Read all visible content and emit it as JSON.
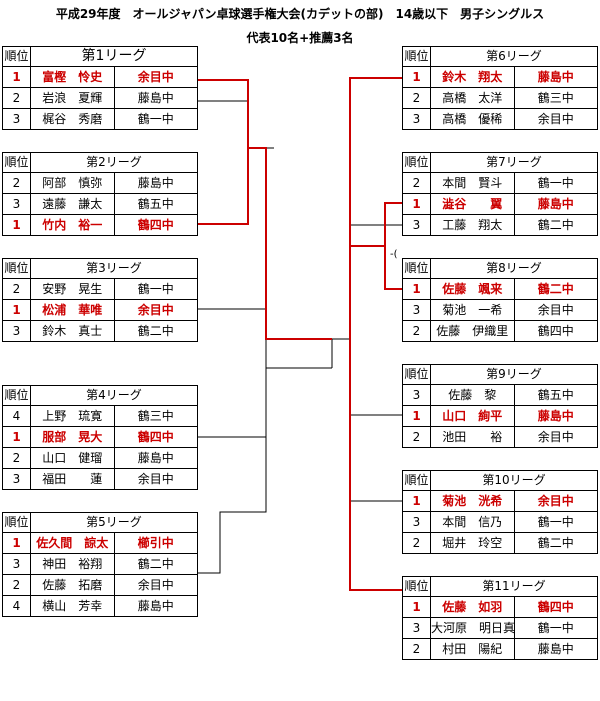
{
  "title": "平成29年度　オールジャパン卓球選手権大会(カデットの部)　14歳以下　男子シングルス",
  "subtitle": "代表10名+推薦3名",
  "rank_header": "順位",
  "mark": "-(",
  "colors": {
    "winner": "#cc0000",
    "line": "#000000",
    "bracket_red": "#cc0000"
  },
  "leagues": [
    {
      "name": "第1リーグ",
      "rows": [
        {
          "rank": "1",
          "player": "富樫　怜史",
          "school": "余目中",
          "win": true
        },
        {
          "rank": "2",
          "player": "岩浪　夏輝",
          "school": "藤島中",
          "win": false
        },
        {
          "rank": "3",
          "player": "梶谷　秀磨",
          "school": "鶴一中",
          "win": false
        }
      ]
    },
    {
      "name": "第2リーグ",
      "rows": [
        {
          "rank": "2",
          "player": "阿部　慎弥",
          "school": "藤島中",
          "win": false
        },
        {
          "rank": "3",
          "player": "遠藤　謙太",
          "school": "鶴五中",
          "win": false
        },
        {
          "rank": "1",
          "player": "竹内　裕一",
          "school": "鶴四中",
          "win": true
        }
      ]
    },
    {
      "name": "第3リーグ",
      "rows": [
        {
          "rank": "2",
          "player": "安野　晃生",
          "school": "鶴一中",
          "win": false
        },
        {
          "rank": "1",
          "player": "松浦　華唯",
          "school": "余目中",
          "win": true
        },
        {
          "rank": "3",
          "player": "鈴木　真士",
          "school": "鶴二中",
          "win": false
        }
      ]
    },
    {
      "name": "第4リーグ",
      "rows": [
        {
          "rank": "4",
          "player": "上野　琉寛",
          "school": "鶴三中",
          "win": false
        },
        {
          "rank": "1",
          "player": "服部　晃大",
          "school": "鶴四中",
          "win": true
        },
        {
          "rank": "2",
          "player": "山口　健瑠",
          "school": "藤島中",
          "win": false
        },
        {
          "rank": "3",
          "player": "福田　　蓮",
          "school": "余目中",
          "win": false
        }
      ]
    },
    {
      "name": "第5リーグ",
      "rows": [
        {
          "rank": "1",
          "player": "佐久間　諒太",
          "school": "櫛引中",
          "win": true
        },
        {
          "rank": "3",
          "player": "神田　裕翔",
          "school": "鶴二中",
          "win": false
        },
        {
          "rank": "2",
          "player": "佐藤　拓磨",
          "school": "余目中",
          "win": false
        },
        {
          "rank": "4",
          "player": "横山　芳幸",
          "school": "藤島中",
          "win": false
        }
      ]
    },
    {
      "name": "第6リーグ",
      "rows": [
        {
          "rank": "1",
          "player": "鈴木　翔太",
          "school": "藤島中",
          "win": true
        },
        {
          "rank": "2",
          "player": "高橋　太洋",
          "school": "鶴三中",
          "win": false
        },
        {
          "rank": "3",
          "player": "高橋　優稀",
          "school": "余目中",
          "win": false
        }
      ]
    },
    {
      "name": "第7リーグ",
      "rows": [
        {
          "rank": "2",
          "player": "本間　賢斗",
          "school": "鶴一中",
          "win": false
        },
        {
          "rank": "1",
          "player": "澁谷　　翼",
          "school": "藤島中",
          "win": true
        },
        {
          "rank": "3",
          "player": "工藤　翔太",
          "school": "鶴二中",
          "win": false
        }
      ]
    },
    {
      "name": "第8リーグ",
      "rows": [
        {
          "rank": "1",
          "player": "佐藤　颯来",
          "school": "鶴二中",
          "win": true
        },
        {
          "rank": "3",
          "player": "菊池　一希",
          "school": "余目中",
          "win": false
        },
        {
          "rank": "2",
          "player": "佐藤　伊織里",
          "school": "鶴四中",
          "win": false
        }
      ]
    },
    {
      "name": "第9リーグ",
      "rows": [
        {
          "rank": "3",
          "player": "佐藤　黎",
          "school": "鶴五中",
          "win": false
        },
        {
          "rank": "1",
          "player": "山口　絢平",
          "school": "藤島中",
          "win": true
        },
        {
          "rank": "2",
          "player": "池田　　裕",
          "school": "余目中",
          "win": false
        }
      ]
    },
    {
      "name": "第10リーグ",
      "rows": [
        {
          "rank": "1",
          "player": "菊池　洸希",
          "school": "余目中",
          "win": true
        },
        {
          "rank": "3",
          "player": "本間　信乃",
          "school": "鶴一中",
          "win": false
        },
        {
          "rank": "2",
          "player": "堀井　玲空",
          "school": "鶴二中",
          "win": false
        }
      ]
    },
    {
      "name": "第11リーグ",
      "rows": [
        {
          "rank": "1",
          "player": "佐藤　如羽",
          "school": "鶴四中",
          "win": true
        },
        {
          "rank": "3",
          "player": "大河原　明日真",
          "school": "鶴一中",
          "win": false
        },
        {
          "rank": "2",
          "player": "村田　陽紀",
          "school": "藤島中",
          "win": false
        }
      ]
    }
  ]
}
